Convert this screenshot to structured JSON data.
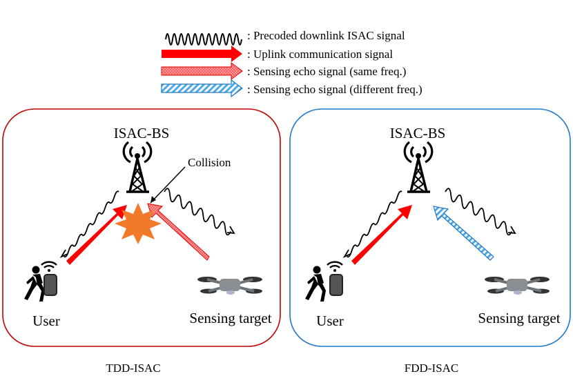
{
  "legend": {
    "items": [
      {
        "label": ": Precoded downlink ISAC signal",
        "kind": "wave"
      },
      {
        "label": ": Uplink communication signal",
        "kind": "uplink"
      },
      {
        "label": ": Sensing echo signal (same freq.)",
        "kind": "echo-same"
      },
      {
        "label": ": Sensing echo signal (different freq.)",
        "kind": "echo-diff"
      }
    ]
  },
  "panels": [
    {
      "id": "tdd",
      "caption": "TDD-ISAC",
      "bs_label": "ISAC-BS",
      "user_label": "User",
      "target_label": "Sensing target",
      "collision_label": "Collision",
      "echo_kind": "echo-same",
      "border_color": "#c00000"
    },
    {
      "id": "fdd",
      "caption": "FDD-ISAC",
      "bs_label": "ISAC-BS",
      "user_label": "User",
      "target_label": "Sensing target",
      "echo_kind": "echo-diff",
      "border_color": "#1f78c8"
    }
  ],
  "colors": {
    "uplink": "#ff0000",
    "echo_same": "#ff5050",
    "echo_diff": "#4ba8e8",
    "burst": "#f07a2a",
    "icon": "#222222",
    "drone": "#6e7378"
  }
}
